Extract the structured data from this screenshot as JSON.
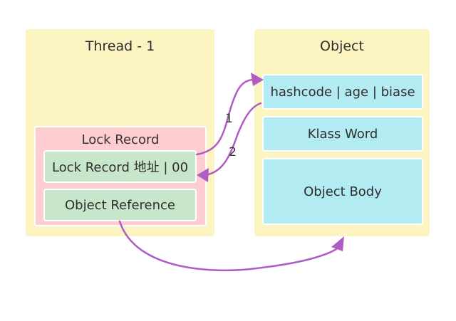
{
  "thread": {
    "title": "Thread - 1"
  },
  "object": {
    "title": "Object"
  },
  "lock_record": {
    "title": "Lock Record",
    "address_label": "Lock Record 地址 | 00",
    "object_reference_label": "Object Reference"
  },
  "object_fields": {
    "mark_word": "hashcode | age | biase",
    "klass_word": "Klass Word",
    "object_body": "Object Body"
  },
  "arrows": {
    "step1_label": "1",
    "step2_label": "2"
  },
  "colors": {
    "panel": "#fcf4c1",
    "lock_record": "#fdcdd2",
    "green_field": "#c8e6c9",
    "cyan_field": "#b3ebf2",
    "arrow": "#b05cc6"
  }
}
